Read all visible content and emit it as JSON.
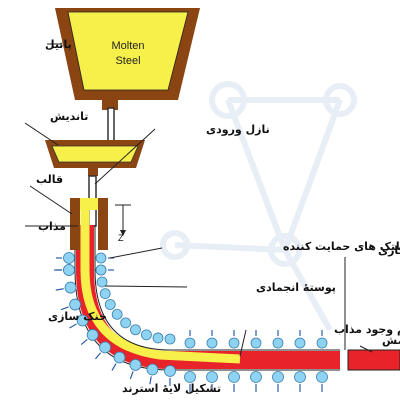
{
  "ladle_text": [
    "Molten",
    "Steel"
  ],
  "axis_label": "Z",
  "labels": {
    "ladle": "پاتیل",
    "tundish": "تاندیش",
    "nozzle": "نازل ورودی",
    "mold": "قالب",
    "molten": "مذاب",
    "support_rolls": "غلتک های حمایت کننده",
    "solid_shell": "پوستهٔ انجمادی",
    "cooling": "خنک سازی",
    "end_of_liquid": "اتمام وجود مذاب",
    "layer_formation": "تشکیل لایهٔ استرند",
    "cutting": "برش کاری",
    "ingot": "شمش"
  },
  "colors": {
    "steel": "#f7f04a",
    "ladle_wall": "#8a4513",
    "mold_wall": "#8a4513",
    "strand_shell": "#e8232a",
    "rolls": "#8fd3f2",
    "sprays": "#2f5fa8",
    "background_network": "#e7eef5"
  }
}
